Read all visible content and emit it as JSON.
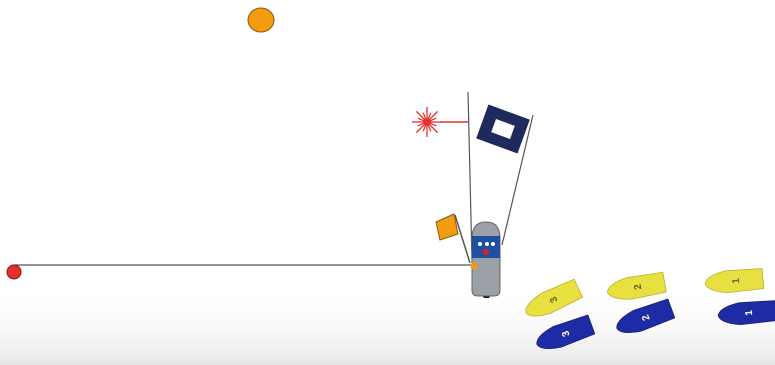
{
  "colors": {
    "line": "#555555",
    "buoy_pin": "#e53030",
    "buoy_mark": "#f39c12",
    "flag_orange": "#f39c12",
    "flag_blue": "#1f2a5c",
    "starburst": "#e53030",
    "committee_boat": "#9aa0a6",
    "team_yellow": "#e8e040",
    "team_blue": "#1f2aa5",
    "number_yellow": "#6b6420",
    "number_blue": "#ffffff",
    "bottom_shade": "#eeeeee"
  },
  "icons": {
    "mark": "circle",
    "pin": "circle",
    "committee_boat": "boat-top-view",
    "sound_signal": "starburst",
    "flag": "pennant",
    "boats": "dinghy-top-view"
  },
  "boats": [
    {
      "team": "yellow",
      "number": "3"
    },
    {
      "team": "yellow",
      "number": "2"
    },
    {
      "team": "yellow",
      "number": "1"
    },
    {
      "team": "blue",
      "number": "3"
    },
    {
      "team": "blue",
      "number": "2"
    },
    {
      "team": "blue",
      "number": "1"
    }
  ]
}
